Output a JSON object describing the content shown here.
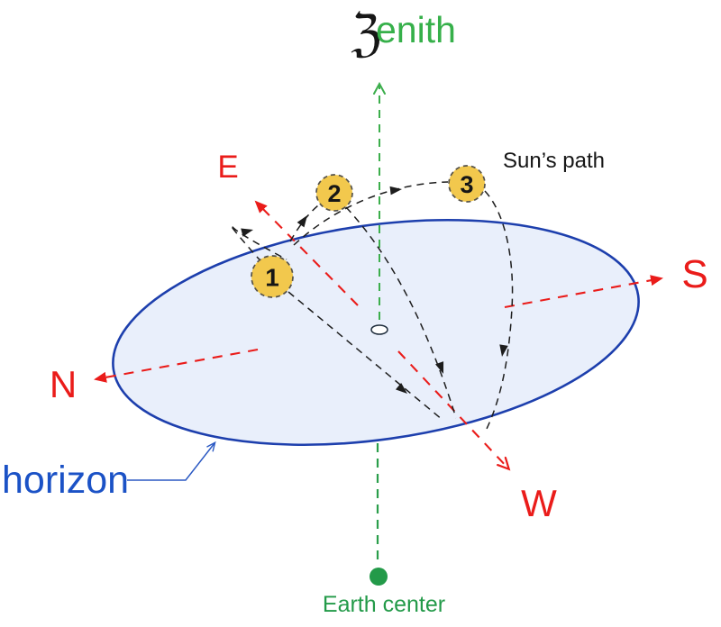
{
  "diagram": {
    "title_context": "Celestial sphere horizon diagram with Sun's daily paths",
    "labels": {
      "zenith_initial": "ℨ",
      "zenith_rest": "enith",
      "suns_path": "Sun’s path",
      "horizon": "horizon",
      "earth_center": "Earth center",
      "east": "E",
      "south": "S",
      "north": "N",
      "west": "W"
    },
    "sun_markers": [
      {
        "number": "1",
        "position": "on eastern horizon, winter path"
      },
      {
        "number": "2",
        "position": "low above horizon, equinox path"
      },
      {
        "number": "3",
        "position": "high above horizon, summer path"
      }
    ],
    "colors": {
      "compass_red": "#ea1c1a",
      "zenith_green": "#36b04a",
      "earth_green": "#239a49",
      "horizon_text_blue": "#1b52c6",
      "horizon_ellipse_stroke": "#1d3fad",
      "horizon_ellipse_fill": "#e9effb",
      "sun_fill": "#f2c84d",
      "sun_stroke": "#55524a",
      "path_black": "#1d1d1d"
    }
  }
}
